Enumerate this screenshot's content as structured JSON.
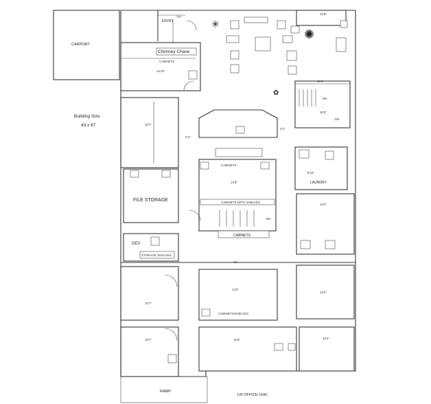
{
  "labels": {
    "carport": "CARPORT",
    "building_size_title": "Building Size",
    "building_size_value": "43 x 67",
    "entry": "ENTRY",
    "chimney_chase": "Chimney Chase",
    "cabinets_top": "CABINETS",
    "cabinets_mid": "CABINETS",
    "cabinets_with_shelves_mid": "CABINETS WITH SHELVES",
    "cabinets_bottom_center": "CABINETS",
    "cabinets_shelves_lower": "CABINETS/SHELVES",
    "file_storage": "FILE STORAGE",
    "dev": "DEV",
    "storage_shelves": "STORAGE SHELVES",
    "laundry": "LAUNDRY",
    "dn_stair_top": "DN",
    "dn_stair_right": "DN",
    "dn_stair_center": "DN",
    "ramp": "RAMP",
    "lm_office": "LM OFFICE CHIC"
  },
  "dimensions": {
    "entry_width": "7'5\"",
    "chimney_room": "14'10\"",
    "top_right_room": "12'8\"",
    "stair_landing": "10'4\"",
    "stair_lower": "10'5\"",
    "room_left_upper": "10'7\"",
    "hall_left": "4'4\"",
    "hall_right": "4'2\"",
    "kitchen_width": "14'5\"",
    "laundry": "8'10\"",
    "right_mid_room": "10'2\"",
    "main_hall": "42'",
    "right_lower_room": "12'2\"",
    "center_lower_room": "12'6\"",
    "left_lower_room": "10'7\"",
    "left_bottom_room": "10'7\"",
    "center_bottom_room": "12'6\"",
    "right_bottom_room": "12'2\""
  }
}
